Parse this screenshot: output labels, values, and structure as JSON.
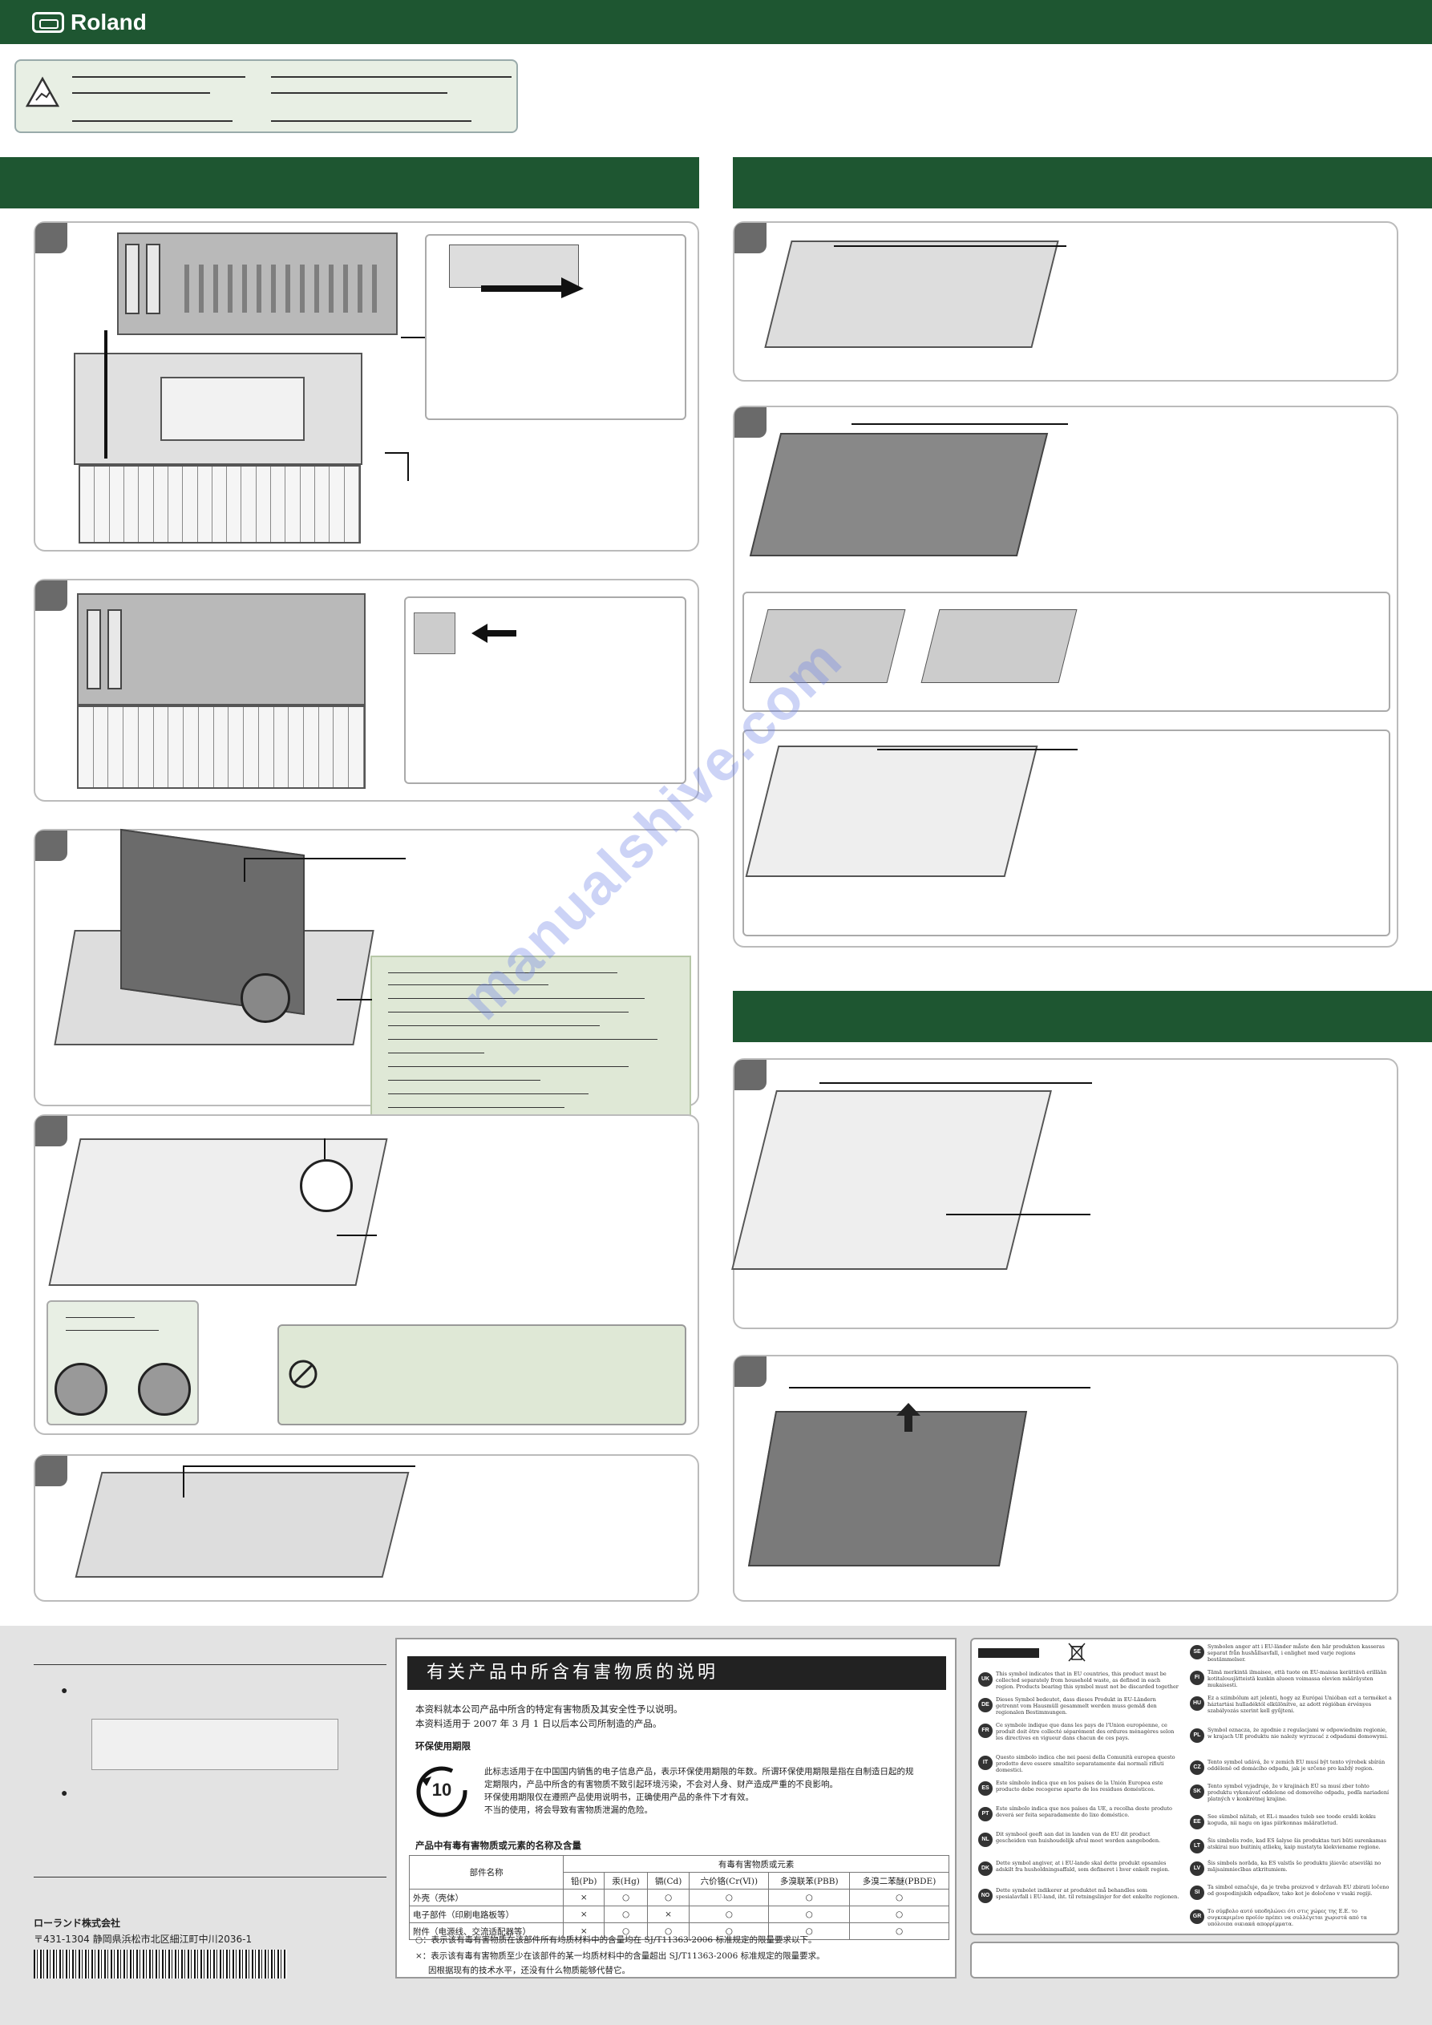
{
  "brand": {
    "logo_text": "Roland"
  },
  "watermark": {
    "text": "manualshive.com"
  },
  "footer": {
    "company_name": "ローランド株式会社",
    "company_address": "〒431-1304 静岡県浜松市北区細江町中川2036-1",
    "bullet": "●"
  },
  "china_rohs": {
    "title": "有关产品中所含有害物质的说明",
    "intro_1": "本资料就本公司产品中所含的特定有害物质及其安全性予以说明。",
    "intro_2": "本资料适用于 2007 年 3 月 1 日以后本公司所制造的产品。",
    "period_heading": "环保使用期限",
    "period_icon_number": "10",
    "period_text_1": "此标志适用于在中国国内销售的电子信息产品，表示环保使用期限的年数。所谓环保使用期限是指在自制造日起的规",
    "period_text_2": "定期限内，产品中所含的有害物质不致引起环境污染，不会对人身、财产造成严重的不良影响。",
    "period_text_3": "环保使用期限仅在遵照产品使用说明书，正确使用产品的条件下才有效。",
    "period_text_4": "不当的使用，将会导致有害物质泄漏的危险。",
    "table_heading": "产品中有毒有害物质或元素的名称及含量",
    "table": {
      "part_header": "部件名称",
      "group_header": "有毒有害物质或元素",
      "columns": [
        "铅(Pb)",
        "汞(Hg)",
        "镉(Cd)",
        "六价铬(Cr(Ⅵ))",
        "多溴联苯(PBB)",
        "多溴二苯醚(PBDE)"
      ],
      "rows": [
        {
          "name": "外壳（壳体）",
          "cells": [
            "×",
            "○",
            "○",
            "○",
            "○",
            "○"
          ]
        },
        {
          "name": "电子部件（印刷电路板等）",
          "cells": [
            "×",
            "○",
            "×",
            "○",
            "○",
            "○"
          ]
        },
        {
          "name": "附件（电源线、交流适配器等）",
          "cells": [
            "×",
            "○",
            "○",
            "○",
            "○",
            "○"
          ]
        }
      ]
    },
    "note_1": "○：表示该有毒有害物质在该部件所有均质材料中的含量均在 SJ/T11363-2006 标准规定的限量要求以下。",
    "note_2": "×：表示该有毒有害物质至少在该部件的某一均质材料中的含量超出 SJ/T11363-2006 标准规定的限量要求。",
    "note_3": "因根据现有的技术水平，还没有什么物质能够代替它。"
  },
  "weee": {
    "codes_left": [
      "UK",
      "DE",
      "FR",
      "IT",
      "ES",
      "PT",
      "NL",
      "DK",
      "NO"
    ],
    "codes_right": [
      "SE",
      "FI",
      "HU",
      "PL",
      "CZ",
      "SK",
      "EE",
      "LT",
      "LV",
      "SI",
      "GR"
    ],
    "text_uk": "This symbol indicates that in EU countries, this product must be collected separately from household waste, as defined in each region. Products bearing this symbol must not be discarded together with household waste.",
    "text_de": "Dieses Symbol bedeutet, dass dieses Produkt in EU-Ländern getrennt vom Hausmüll gesammelt werden muss gemäß den regionalen Bestimmungen.",
    "text_fr": "Ce symbole indique que dans les pays de l'Union européenne, ce produit doit être collecté séparément des ordures ménagères selon les directives en vigueur dans chacun de ces pays.",
    "text_it": "Questo simbolo indica che nei paesi della Comunità europea questo prodotto deve essere smaltito separatamente dai normali rifiuti domestici.",
    "text_es": "Este símbolo indica que en los países de la Unión Europea este producto debe recogerse aparte de los residuos domésticos.",
    "text_pt": "Este símbolo indica que nos países da UE, a recolha deste produto deverá ser feita separadamente do lixo doméstico.",
    "text_nl": "Dit symbool geeft aan dat in landen van de EU dit product gescheiden van huishoudelijk afval moet worden aangeboden.",
    "text_dk": "Dette symbol angiver, at i EU-lande skal dette produkt opsamles adskilt fra husholdningsaffald, som defineret i hver enkelt region.",
    "text_no": "Dette symbolet indikerer at produktet må behandles som spesialavfall i EU-land, iht. til retningslinjer for det enkelte regionen.",
    "text_se": "Symbolen anger att i EU-länder måste den här produkten kasseras separat från hushållsavfall, i enlighet med varje regions bestämmelser.",
    "text_fi": "Tämä merkintä ilmaisee, että tuote on EU-maissa kerättävä erillään kotitalousjätteistä kunkin alueen voimassa olevien määräysten mukaisesti.",
    "text_hu": "Ez a szimbólum azt jelenti, hogy az Európai Unióban ezt a terméket a háztartási hulladéktól elkülönítve, az adott régióban érvényes szabályozás szerint kell gyűjteni.",
    "text_pl": "Symbol oznacza, że zgodnie z regulacjami w odpowiednim regionie, w krajach UE produktu nie należy wyrzucać z odpadami domowymi.",
    "text_cz": "Tento symbol udává, že v zemích EU musí být tento výrobek sbírán odděleně od domácího odpadu, jak je určeno pro každý region.",
    "text_sk": "Tento symbol vyjadruje, že v krajinách EÚ sa musí zber tohto produktu vykonávať oddelene od domového odpadu, podľa nariadení platných v konkrétnej krajine.",
    "text_ee": "See sümbol näitab, et EL-i maades tuleb see toode eraldi kokku koguda, nii nagu on igas piirkonnas määratletud.",
    "text_lt": "Šis simbolis rodo, kad ES šalyse šis produktas turi būti surenkamas atskirai nuo buitinių atliekų, kaip nustatyta kiekviename regione.",
    "text_lv": "Šis simbols norāda, ka ES valstīs šo produktu jāievāc atsevišķi no mājsaimniecības atkritumiem.",
    "text_si": "Ta simbol označuje, da je treba proizvod v državah EU zbirati ločeno od gospodinjskih odpadkov, tako kot je določeno v vsaki regiji.",
    "text_gr": "Το σύμβολο αυτό υποδηλώνει ότι στις χώρες της Ε.Ε. το συγκεκριμένο προϊόν πρέπει να συλλέγεται χωριστά από τα υπόλοιπα οικιακά απορρίμματα."
  },
  "colors": {
    "brand_green": "#1e5631",
    "note_green": "#dfe8d6",
    "footer_gray": "#e3e3e3"
  }
}
